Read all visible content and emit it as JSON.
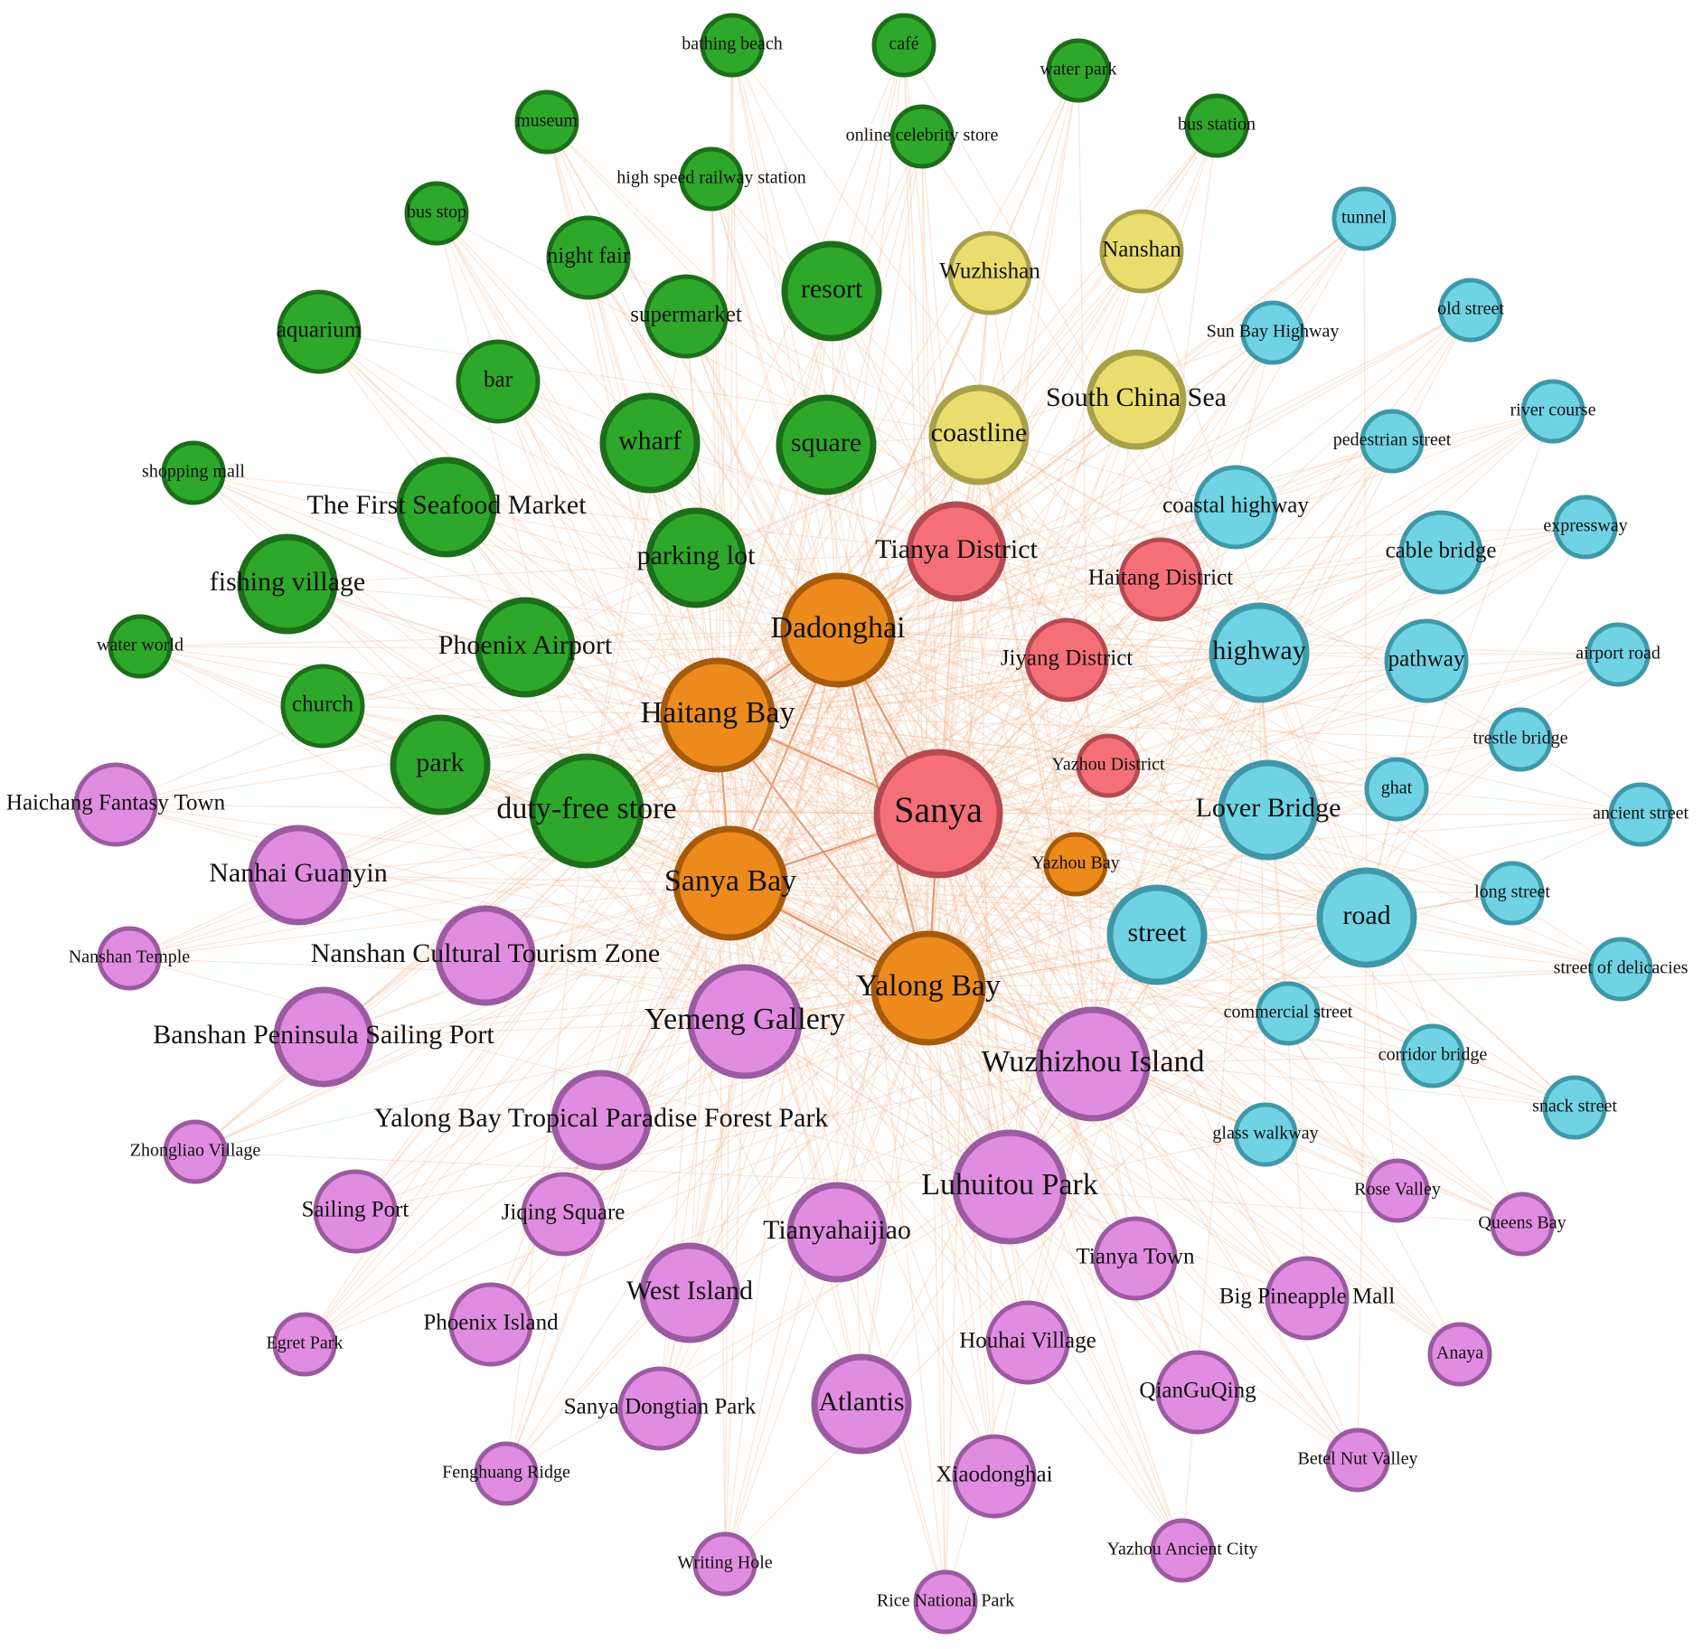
{
  "colors": {
    "orange": {
      "fill": "#ec8a1c",
      "stroke": "#a85a0b"
    },
    "red": {
      "fill": "#f56f78",
      "stroke": "#b54a52"
    },
    "yellow": {
      "fill": "#e8dd6e",
      "stroke": "#a9a04a"
    },
    "green": {
      "fill": "#2ea82a",
      "stroke": "#1c6e1a"
    },
    "cyan": {
      "fill": "#6fd3e4",
      "stroke": "#3f98a8"
    },
    "pink": {
      "fill": "#e08ce0",
      "stroke": "#9c5aa0"
    },
    "edge": "#f2b48c"
  },
  "nodes": [
    {
      "id": "sanya",
      "label": "Sanya",
      "group": "red",
      "size": 5
    },
    {
      "id": "tianya_district",
      "label": "Tianya District",
      "group": "red",
      "size": 3
    },
    {
      "id": "haitang_district",
      "label": "Haitang District",
      "group": "red",
      "size": 2
    },
    {
      "id": "jiyang_district",
      "label": "Jiyang District",
      "group": "red",
      "size": 2
    },
    {
      "id": "yazhou_district",
      "label": "Yazhou District",
      "group": "red",
      "size": 1
    },
    {
      "id": "dadonghai",
      "label": "Dadonghai",
      "group": "orange",
      "size": 4
    },
    {
      "id": "haitang_bay",
      "label": "Haitang Bay",
      "group": "orange",
      "size": 4
    },
    {
      "id": "sanya_bay",
      "label": "Sanya Bay",
      "group": "orange",
      "size": 4
    },
    {
      "id": "yalong_bay",
      "label": "Yalong Bay",
      "group": "orange",
      "size": 4
    },
    {
      "id": "yazhou_bay",
      "label": "Yazhou Bay",
      "group": "orange",
      "size": 1
    },
    {
      "id": "wuzhishan",
      "label": "Wuzhishan",
      "group": "yellow",
      "size": 2
    },
    {
      "id": "nanshan",
      "label": "Nanshan",
      "group": "yellow",
      "size": 2
    },
    {
      "id": "south_china_sea",
      "label": "South China Sea",
      "group": "yellow",
      "size": 3
    },
    {
      "id": "coastline",
      "label": "coastline",
      "group": "yellow",
      "size": 3
    },
    {
      "id": "bathing_beach",
      "label": "bathing beach",
      "group": "green",
      "size": 1
    },
    {
      "id": "cafe",
      "label": "café",
      "group": "green",
      "size": 1
    },
    {
      "id": "water_park",
      "label": "water park",
      "group": "green",
      "size": 1
    },
    {
      "id": "museum",
      "label": "museum",
      "group": "green",
      "size": 1
    },
    {
      "id": "online_celebrity_store",
      "label": "online celebrity store",
      "group": "green",
      "size": 1
    },
    {
      "id": "bus_station",
      "label": "bus station",
      "group": "green",
      "size": 1
    },
    {
      "id": "high_speed_railway_station",
      "label": "high speed railway station",
      "group": "green",
      "size": 1
    },
    {
      "id": "bus_stop",
      "label": "bus stop",
      "group": "green",
      "size": 1
    },
    {
      "id": "night_fair",
      "label": "night fair",
      "group": "green",
      "size": 2
    },
    {
      "id": "resort",
      "label": "resort",
      "group": "green",
      "size": 3
    },
    {
      "id": "supermarket",
      "label": "supermarket",
      "group": "green",
      "size": 2
    },
    {
      "id": "aquarium",
      "label": "aquarium",
      "group": "green",
      "size": 2
    },
    {
      "id": "bar",
      "label": "bar",
      "group": "green",
      "size": 2
    },
    {
      "id": "wharf",
      "label": "wharf",
      "group": "green",
      "size": 3
    },
    {
      "id": "square",
      "label": "square",
      "group": "green",
      "size": 3
    },
    {
      "id": "shopping_mall",
      "label": "shopping mall",
      "group": "green",
      "size": 1
    },
    {
      "id": "first_seafood_market",
      "label": "The First Seafood Market",
      "group": "green",
      "size": 3
    },
    {
      "id": "parking_lot",
      "label": "parking lot",
      "group": "green",
      "size": 3
    },
    {
      "id": "fishing_village",
      "label": "fishing village",
      "group": "green",
      "size": 3
    },
    {
      "id": "water_world",
      "label": "water world",
      "group": "green",
      "size": 1
    },
    {
      "id": "phoenix_airport",
      "label": "Phoenix Airport",
      "group": "green",
      "size": 3
    },
    {
      "id": "church",
      "label": "church",
      "group": "green",
      "size": 2
    },
    {
      "id": "park",
      "label": "park",
      "group": "green",
      "size": 3
    },
    {
      "id": "duty_free_store",
      "label": "duty-free store",
      "group": "green",
      "size": 4
    },
    {
      "id": "tunnel",
      "label": "tunnel",
      "group": "cyan",
      "size": 1
    },
    {
      "id": "old_street",
      "label": "old street",
      "group": "cyan",
      "size": 1
    },
    {
      "id": "sun_bay_highway",
      "label": "Sun Bay Highway",
      "group": "cyan",
      "size": 1
    },
    {
      "id": "river_course",
      "label": "river course",
      "group": "cyan",
      "size": 1
    },
    {
      "id": "pedestrian_street",
      "label": "pedestrian street",
      "group": "cyan",
      "size": 1
    },
    {
      "id": "coastal_highway",
      "label": "coastal highway",
      "group": "cyan",
      "size": 2
    },
    {
      "id": "expressway",
      "label": "expressway",
      "group": "cyan",
      "size": 1
    },
    {
      "id": "cable_bridge",
      "label": "cable bridge",
      "group": "cyan",
      "size": 2
    },
    {
      "id": "highway",
      "label": "highway",
      "group": "cyan",
      "size": 3
    },
    {
      "id": "pathway",
      "label": "pathway",
      "group": "cyan",
      "size": 2
    },
    {
      "id": "airport_road",
      "label": "airport road",
      "group": "cyan",
      "size": 1
    },
    {
      "id": "trestle_bridge",
      "label": "trestle bridge",
      "group": "cyan",
      "size": 1
    },
    {
      "id": "ghat",
      "label": "ghat",
      "group": "cyan",
      "size": 1
    },
    {
      "id": "lover_bridge",
      "label": "Lover Bridge",
      "group": "cyan",
      "size": 3
    },
    {
      "id": "ancient_street",
      "label": "ancient street",
      "group": "cyan",
      "size": 1
    },
    {
      "id": "long_street",
      "label": "long street",
      "group": "cyan",
      "size": 1
    },
    {
      "id": "road",
      "label": "road",
      "group": "cyan",
      "size": 3
    },
    {
      "id": "street",
      "label": "street",
      "group": "cyan",
      "size": 3
    },
    {
      "id": "street_of_delicacies",
      "label": "street of delicacies",
      "group": "cyan",
      "size": 1
    },
    {
      "id": "commercial_street",
      "label": "commercial street",
      "group": "cyan",
      "size": 1
    },
    {
      "id": "corridor_bridge",
      "label": "corridor bridge",
      "group": "cyan",
      "size": 1
    },
    {
      "id": "snack_street",
      "label": "snack street",
      "group": "cyan",
      "size": 1
    },
    {
      "id": "glass_walkway",
      "label": "glass walkway",
      "group": "cyan",
      "size": 1
    },
    {
      "id": "haichang_fantasy_town",
      "label": "Haichang Fantasy Town",
      "group": "pink",
      "size": 2
    },
    {
      "id": "nanhai_guanyin",
      "label": "Nanhai Guanyin",
      "group": "pink",
      "size": 3
    },
    {
      "id": "nanshan_temple",
      "label": "Nanshan Temple",
      "group": "pink",
      "size": 1
    },
    {
      "id": "nanshan_cultural_zone",
      "label": "Nanshan Cultural Tourism Zone",
      "group": "pink",
      "size": 3
    },
    {
      "id": "banshan_peninsula",
      "label": "Banshan Peninsula Sailing Port",
      "group": "pink",
      "size": 3
    },
    {
      "id": "yemeng_gallery",
      "label": "Yemeng Gallery",
      "group": "pink",
      "size": 4
    },
    {
      "id": "wuzhizhou_island",
      "label": "Wuzhizhou Island",
      "group": "pink",
      "size": 4
    },
    {
      "id": "yalong_forest_park",
      "label": "Yalong Bay Tropical Paradise Forest Park",
      "group": "pink",
      "size": 3
    },
    {
      "id": "zhongliao_village",
      "label": "Zhongliao Village",
      "group": "pink",
      "size": 1
    },
    {
      "id": "sailing_port",
      "label": "Sailing Port",
      "group": "pink",
      "size": 2
    },
    {
      "id": "jiqing_square",
      "label": "Jiqing Square",
      "group": "pink",
      "size": 2
    },
    {
      "id": "luhuitou_park",
      "label": "Luhuitou Park",
      "group": "pink",
      "size": 4
    },
    {
      "id": "tianyahaijiao",
      "label": "Tianyahaijiao",
      "group": "pink",
      "size": 3
    },
    {
      "id": "rose_valley",
      "label": "Rose Valley",
      "group": "pink",
      "size": 1
    },
    {
      "id": "queens_bay",
      "label": "Queens Bay",
      "group": "pink",
      "size": 1
    },
    {
      "id": "tianya_town",
      "label": "Tianya Town",
      "group": "pink",
      "size": 2
    },
    {
      "id": "west_island",
      "label": "West Island",
      "group": "pink",
      "size": 3
    },
    {
      "id": "big_pineapple_mall",
      "label": "Big Pineapple Mall",
      "group": "pink",
      "size": 2
    },
    {
      "id": "phoenix_island",
      "label": "Phoenix Island",
      "group": "pink",
      "size": 2
    },
    {
      "id": "egret_park",
      "label": "Egret Park",
      "group": "pink",
      "size": 1
    },
    {
      "id": "houhai_village",
      "label": "Houhai Village",
      "group": "pink",
      "size": 2
    },
    {
      "id": "anaya",
      "label": "Anaya",
      "group": "pink",
      "size": 1
    },
    {
      "id": "sanya_dongtian_park",
      "label": "Sanya Dongtian Park",
      "group": "pink",
      "size": 2
    },
    {
      "id": "atlantis",
      "label": "Atlantis",
      "group": "pink",
      "size": 3
    },
    {
      "id": "qianguqing",
      "label": "QianGuQing",
      "group": "pink",
      "size": 2
    },
    {
      "id": "betel_nut_valley",
      "label": "Betel Nut Valley",
      "group": "pink",
      "size": 1
    },
    {
      "id": "fenghuang_ridge",
      "label": "Fenghuang Ridge",
      "group": "pink",
      "size": 1
    },
    {
      "id": "xiaodonghai",
      "label": "Xiaodonghai",
      "group": "pink",
      "size": 2
    },
    {
      "id": "writing_hole",
      "label": "Writing Hole",
      "group": "pink",
      "size": 1
    },
    {
      "id": "yazhou_ancient_city",
      "label": "Yazhou Ancient City",
      "group": "pink",
      "size": 1
    },
    {
      "id": "rice_national_park",
      "label": "Rice National Park",
      "group": "pink",
      "size": 1
    }
  ]
}
